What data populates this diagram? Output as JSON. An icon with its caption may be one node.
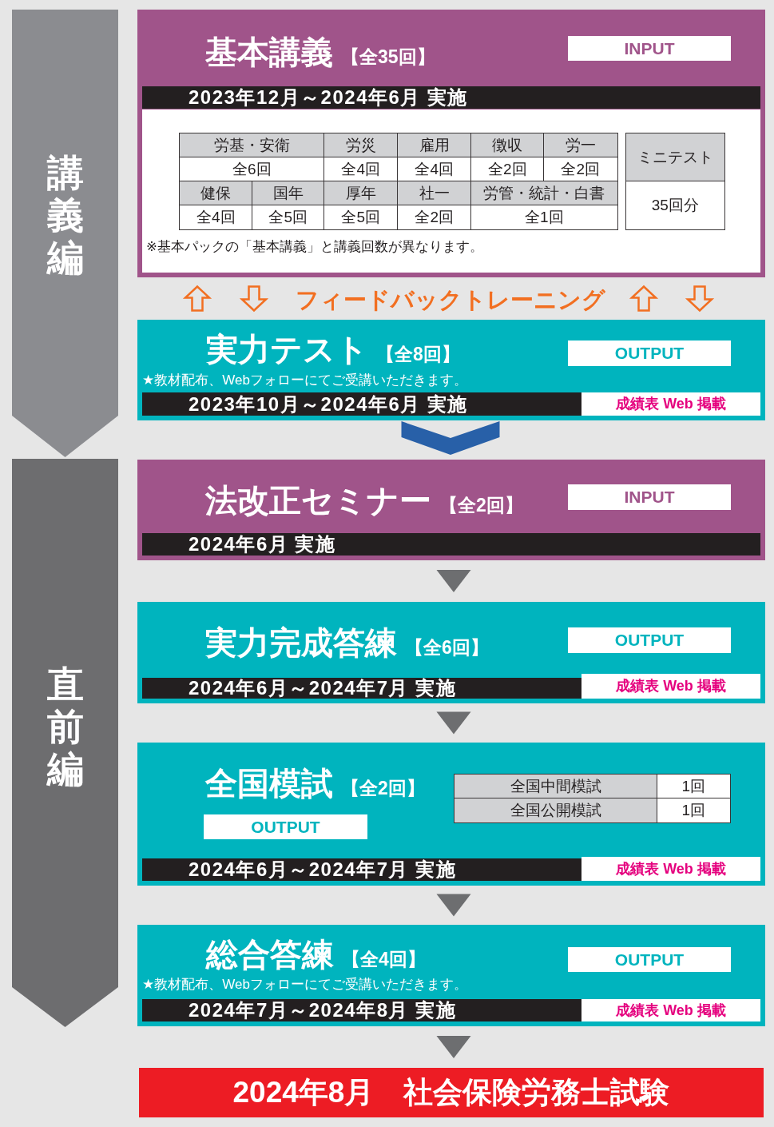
{
  "diagram": {
    "nodes": [
      {
        "text": [
          "講義編"
        ]
      },
      {
        "text": [
          "基本講義",
          "【全35回】",
          "※基本パックの「基本講義」と講義回数が異なります。"
        ]
      },
      {
        "text": [
          "INPUT"
        ],
        "in": 1
      },
      {
        "text": [
          "2023年12月～2024年6月 実施"
        ],
        "in": 1
      },
      {
        "text": [
          "実力テスト",
          "【全8回】",
          "★教材配布、Webフォローにてご受講いただきます。"
        ]
      },
      {
        "text": [
          "OUTPUT"
        ],
        "in": 4
      },
      {
        "text": [
          "2023年10月～2024年6月 実施"
        ],
        "in": 4
      },
      {
        "text": [
          "成績表 Web 掲載"
        ],
        "in": 4
      },
      {
        "text": [
          "直前編"
        ]
      },
      {
        "text": [
          "法改正セミナー",
          "【全2回】"
        ]
      },
      {
        "text": [
          "INPUT"
        ],
        "in": 9
      },
      {
        "text": [
          "2024年6月 実施"
        ],
        "in": 9
      },
      {
        "text": [
          "実力完成答練",
          "【全6回】"
        ]
      },
      {
        "text": [
          "OUTPUT"
        ],
        "in": 12
      },
      {
        "text": [
          "2024年6月～2024年7月 実施"
        ],
        "in": 12
      },
      {
        "text": [
          "成績表 Web 掲載"
        ],
        "in": 12
      },
      {
        "text": [
          "全国模試",
          "【全2回】"
        ]
      },
      {
        "text": [
          "OUTPUT"
        ],
        "in": 16
      },
      {
        "text": [
          "2024年6月～2024年7月 実施"
        ],
        "in": 16
      },
      {
        "text": [
          "成績表 Web 掲載"
        ],
        "in": 16
      },
      {
        "text": [
          "総合答練",
          "【全4回】",
          "★教材配布、Webフォローにてご受講いただきます。"
        ]
      },
      {
        "text": [
          "OUTPUT"
        ],
        "in": 20
      },
      {
        "text": [
          "2024年7月～2024年8月 実施"
        ],
        "in": 20
      },
      {
        "text": [
          "成績表 Web 掲載"
        ],
        "in": 20
      },
      {
        "text": [
          "2024年8月　社会保険労務士試験"
        ]
      }
    ],
    "edges": [
      {
        "from": 4,
        "to": 1,
        "arrow": "to",
        "color": "#f26f21"
      },
      {
        "from": 1,
        "to": 4,
        "arrow": "to",
        "color": "#f26f21"
      },
      {
        "from": 4,
        "to": 1,
        "arrow": "to",
        "color": "#f26f21"
      },
      {
        "from": 1,
        "to": 4,
        "arrow": "to",
        "color": "#f26f21"
      },
      {
        "from": 4,
        "to": 9,
        "arrow": "to",
        "color": "#2860a8"
      },
      {
        "from": 9,
        "to": 12,
        "arrow": "to"
      },
      {
        "from": 12,
        "to": 16,
        "arrow": "to"
      },
      {
        "from": 16,
        "to": 20,
        "arrow": "to"
      },
      {
        "from": 20,
        "to": 24,
        "arrow": "to"
      }
    ],
    "labels": [
      "労基・安衛",
      "労災",
      "雇用",
      "徴収",
      "労一",
      "ミニテスト",
      "全6回",
      "全4回",
      "全4回",
      "全2回",
      "全2回",
      "健保",
      "国年",
      "厚年",
      "社一",
      "労管・統計・白書",
      "35回分",
      "全4回",
      "全5回",
      "全5回",
      "全2回",
      "全1回",
      "フィードバックトレーニング",
      "全国中間模試",
      "1回",
      "全国公開模試",
      "1回"
    ]
  }
}
